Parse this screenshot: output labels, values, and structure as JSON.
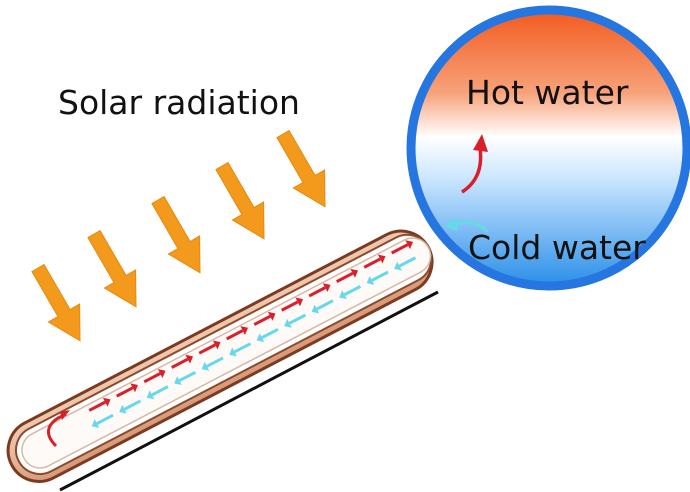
{
  "labels": {
    "solar_radiation": "Solar radiation",
    "hot_water": "Hot water",
    "cold_water": "Cold water"
  },
  "colors": {
    "sun_arrow": "#f39a1d",
    "hot_flow": "#d81f2a",
    "cold_flow": "#67d8ea",
    "tank_rim": "#2576e0",
    "tank_hot": "#f2692c",
    "tank_cold": "#2a8fe8",
    "tube_outer": "#8a4a2e",
    "tube_fill": "#e8b89a"
  },
  "icons": {
    "sun_arrows": "arrow-down-icon",
    "hot_flow": "arrow-right-icon",
    "cold_flow": "arrow-left-icon"
  }
}
